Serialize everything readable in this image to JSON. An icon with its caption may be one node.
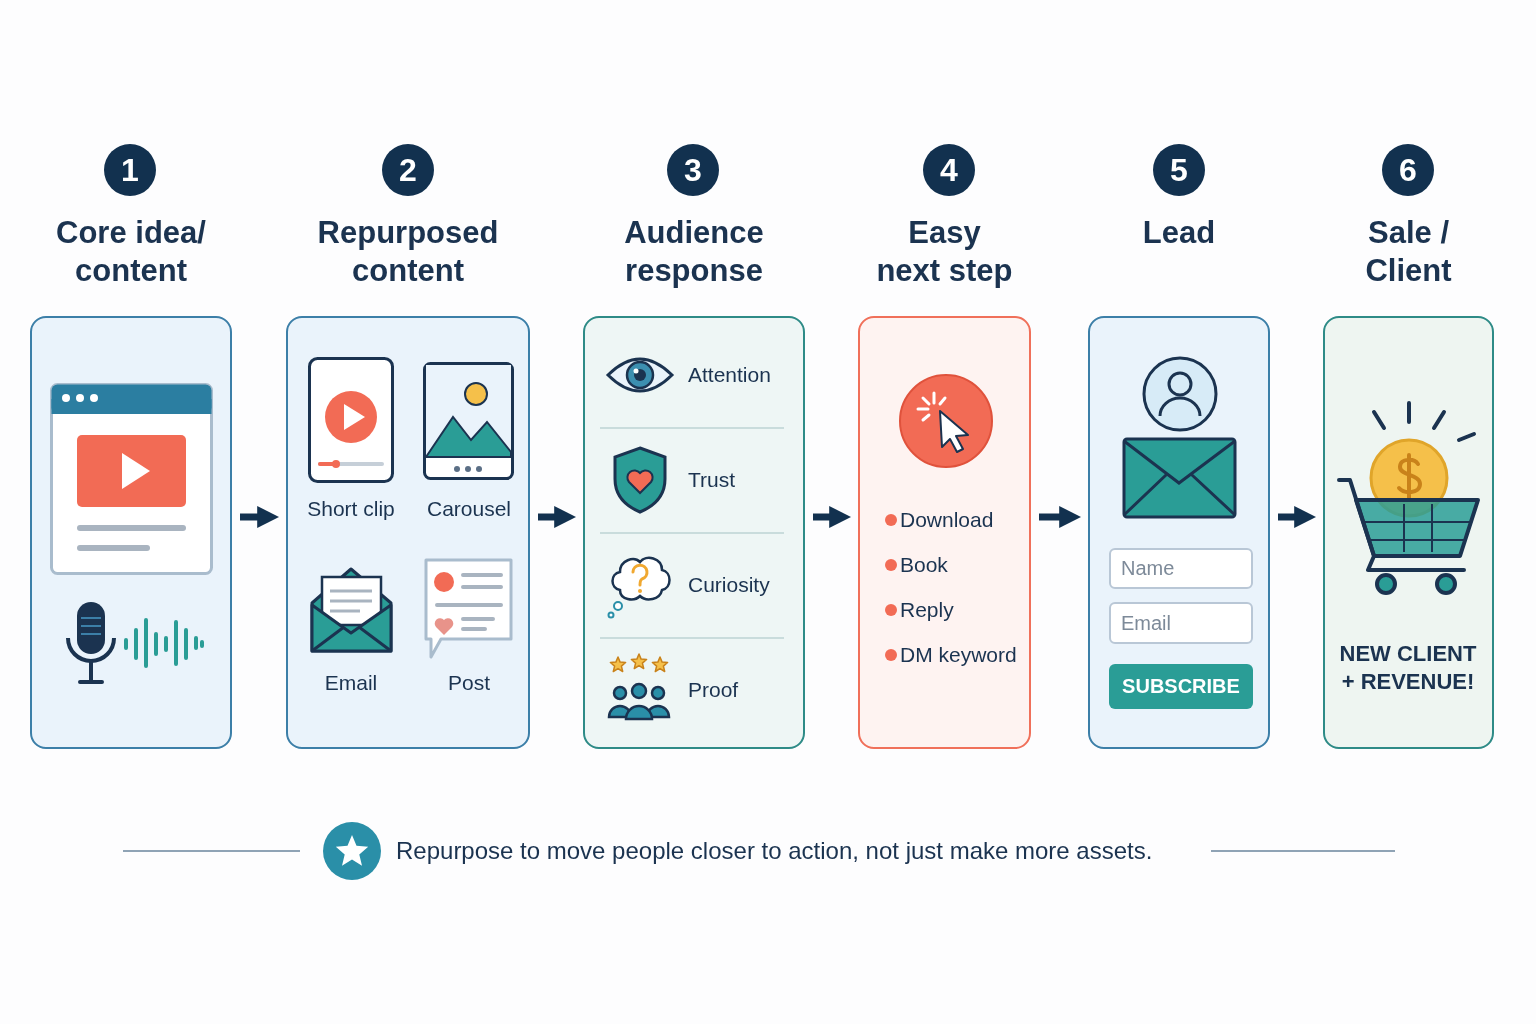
{
  "diagram": {
    "nodes": [
      {
        "text": [
          "1"
        ]
      },
      {
        "text": [
          "Core idea/ content"
        ]
      },
      {
        "text": [
          "2"
        ]
      },
      {
        "text": [
          "Repurposed content"
        ]
      },
      {
        "text": [
          "Short clip"
        ],
        "in": 3
      },
      {
        "text": [
          "Carousel"
        ],
        "in": 3
      },
      {
        "text": [
          "Email"
        ],
        "in": 3
      },
      {
        "text": [
          "Post"
        ],
        "in": 3
      },
      {
        "text": [
          "3"
        ]
      },
      {
        "text": [
          "Audience response"
        ]
      },
      {
        "text": [
          "Attention"
        ],
        "in": 9
      },
      {
        "text": [
          "Trust"
        ],
        "in": 9
      },
      {
        "text": [
          "Curiosity"
        ],
        "in": 9
      },
      {
        "text": [
          "Proof"
        ],
        "in": 9
      },
      {
        "text": [
          "4"
        ]
      },
      {
        "text": [
          "Easy next step",
          "Download",
          "Book",
          "Reply",
          "DM keyword"
        ]
      },
      {
        "text": [
          "5"
        ]
      },
      {
        "text": [
          "Lead"
        ]
      },
      {
        "text": [
          "Name"
        ],
        "in": 17
      },
      {
        "text": [
          "Email"
        ],
        "in": 17
      },
      {
        "text": [
          "SUBSCRIBE"
        ],
        "in": 17
      },
      {
        "text": [
          "6"
        ]
      },
      {
        "text": [
          "Sale / Client",
          "NEW CLIENT + REVENUE!"
        ]
      }
    ],
    "edges": [
      {
        "from": 1,
        "to": 3,
        "arrow": "to"
      },
      {
        "from": 3,
        "to": 9,
        "arrow": "to"
      },
      {
        "from": 9,
        "to": 15,
        "arrow": "to"
      },
      {
        "from": 15,
        "to": 17,
        "arrow": "to"
      },
      {
        "from": 17,
        "to": 22,
        "arrow": "to"
      }
    ],
    "labels": [
      "Repurpose to move people closer to action, not just make more assets."
    ]
  }
}
